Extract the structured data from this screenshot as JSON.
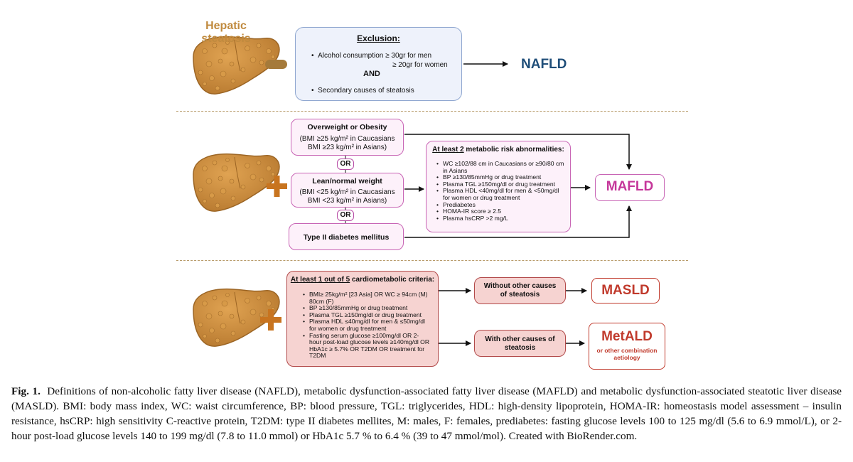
{
  "row1": {
    "hepatic_title": "Hepatic steatosis",
    "exclusion_title": "Exclusion:",
    "alcohol_line1": "Alcohol consumption ≥ 30gr for men",
    "alcohol_line2": "≥ 20gr for women",
    "and_label": "AND",
    "secondary_causes": "Secondary causes of steatosis",
    "result": "NAFLD"
  },
  "row2": {
    "overweight_title": "Overweight or Obesity",
    "overweight_line1": "(BMI ≥25 kg/m² in Caucasians",
    "overweight_line2": "BMI ≥23 kg/m² in Asians)",
    "or1": "OR",
    "lean_title": "Lean/normal weight",
    "lean_line1": "(BMI <25 kg/m² in Caucasians",
    "lean_line2": "BMI <23 kg/m² in Asians)",
    "or2": "OR",
    "t2dm": "Type II diabetes mellitus",
    "risk_title_underlined": "At least 2",
    "risk_title_rest": " metabolic risk abnormalities:",
    "risk_items": [
      "WC ≥102/88 cm in Caucasians or ≥90/80 cm in Asians",
      "BP ≥130/85mmHg or drug treatment",
      "Plasma TGL ≥150mg/dl or drug treatment",
      "Plasma HDL <40mg/dl for men & <50mg/dl for women or drug treatment",
      "Prediabetes",
      "HOMA-IR score ≥ 2.5",
      "Plasma hsCRP >2 mg/L"
    ],
    "result": "MAFLD"
  },
  "row3": {
    "crit_title_underlined": "At least 1 out of 5",
    "crit_title_rest": " cardiometabolic criteria:",
    "crit_items": [
      "BMI≥ 25kg/m² [23 Asia] OR WC ≥ 94cm (M) 80cm (F)",
      "BP ≥130/85mmHg or drug treatment",
      "Plasma TGL ≥150mg/dl or drug treatment",
      "Plasma HDL ≤40mg/dl for men & ≤50mg/dl for women or drug treatment",
      "Fasting serum glucose ≥100mg/dl OR 2-hour post-load glucose levels ≥140mg/dl OR HbA1c ≥ 5.7% OR T2DM OR treatment for T2DM"
    ],
    "without_line1": "Without other causes",
    "without_line2": "of steatosis",
    "with_line1": "With other causes of",
    "with_line2": "steatosis",
    "result_masld": "MASLD",
    "result_metald": "MetALD",
    "metald_sub1": "or other combination",
    "metald_sub2": "aetiology"
  },
  "caption": {
    "label": "Fig. 1.",
    "text": "Definitions of non-alcoholic fatty liver disease (NAFLD), metabolic dysfunction-associated fatty liver disease (MAFLD) and metabolic dysfunction-associated steatotic liver disease (MASLD). BMI: body mass index, WC: waist circumference, BP: blood pressure, TGL: triglycerides, HDL: high-density lipoprotein, HOMA-IR: homeostasis model assessment – insulin resistance, hsCRP: high sensitivity C-reactive protein, T2DM: type II diabetes mellites, M: males, F: females, prediabetes: fasting glucose levels 100 to 125 mg/dl (5.6 to 6.9 mmol/L), or 2-hour post-load glucose levels 140 to 199 mg/dl (7.8 to 11.0 mmol) or HbA1c 5.7 % to 6.4 % (39 to 47 mmol/mol). Created with BioRender.com."
  },
  "colors": {
    "liver": "#c8873a",
    "liver_dark": "#a86b26",
    "nafld_blue": "#1f4e79",
    "mafld_pink": "#c5379a",
    "masld_red": "#c0392b",
    "plus_orange": "#c8741f"
  }
}
